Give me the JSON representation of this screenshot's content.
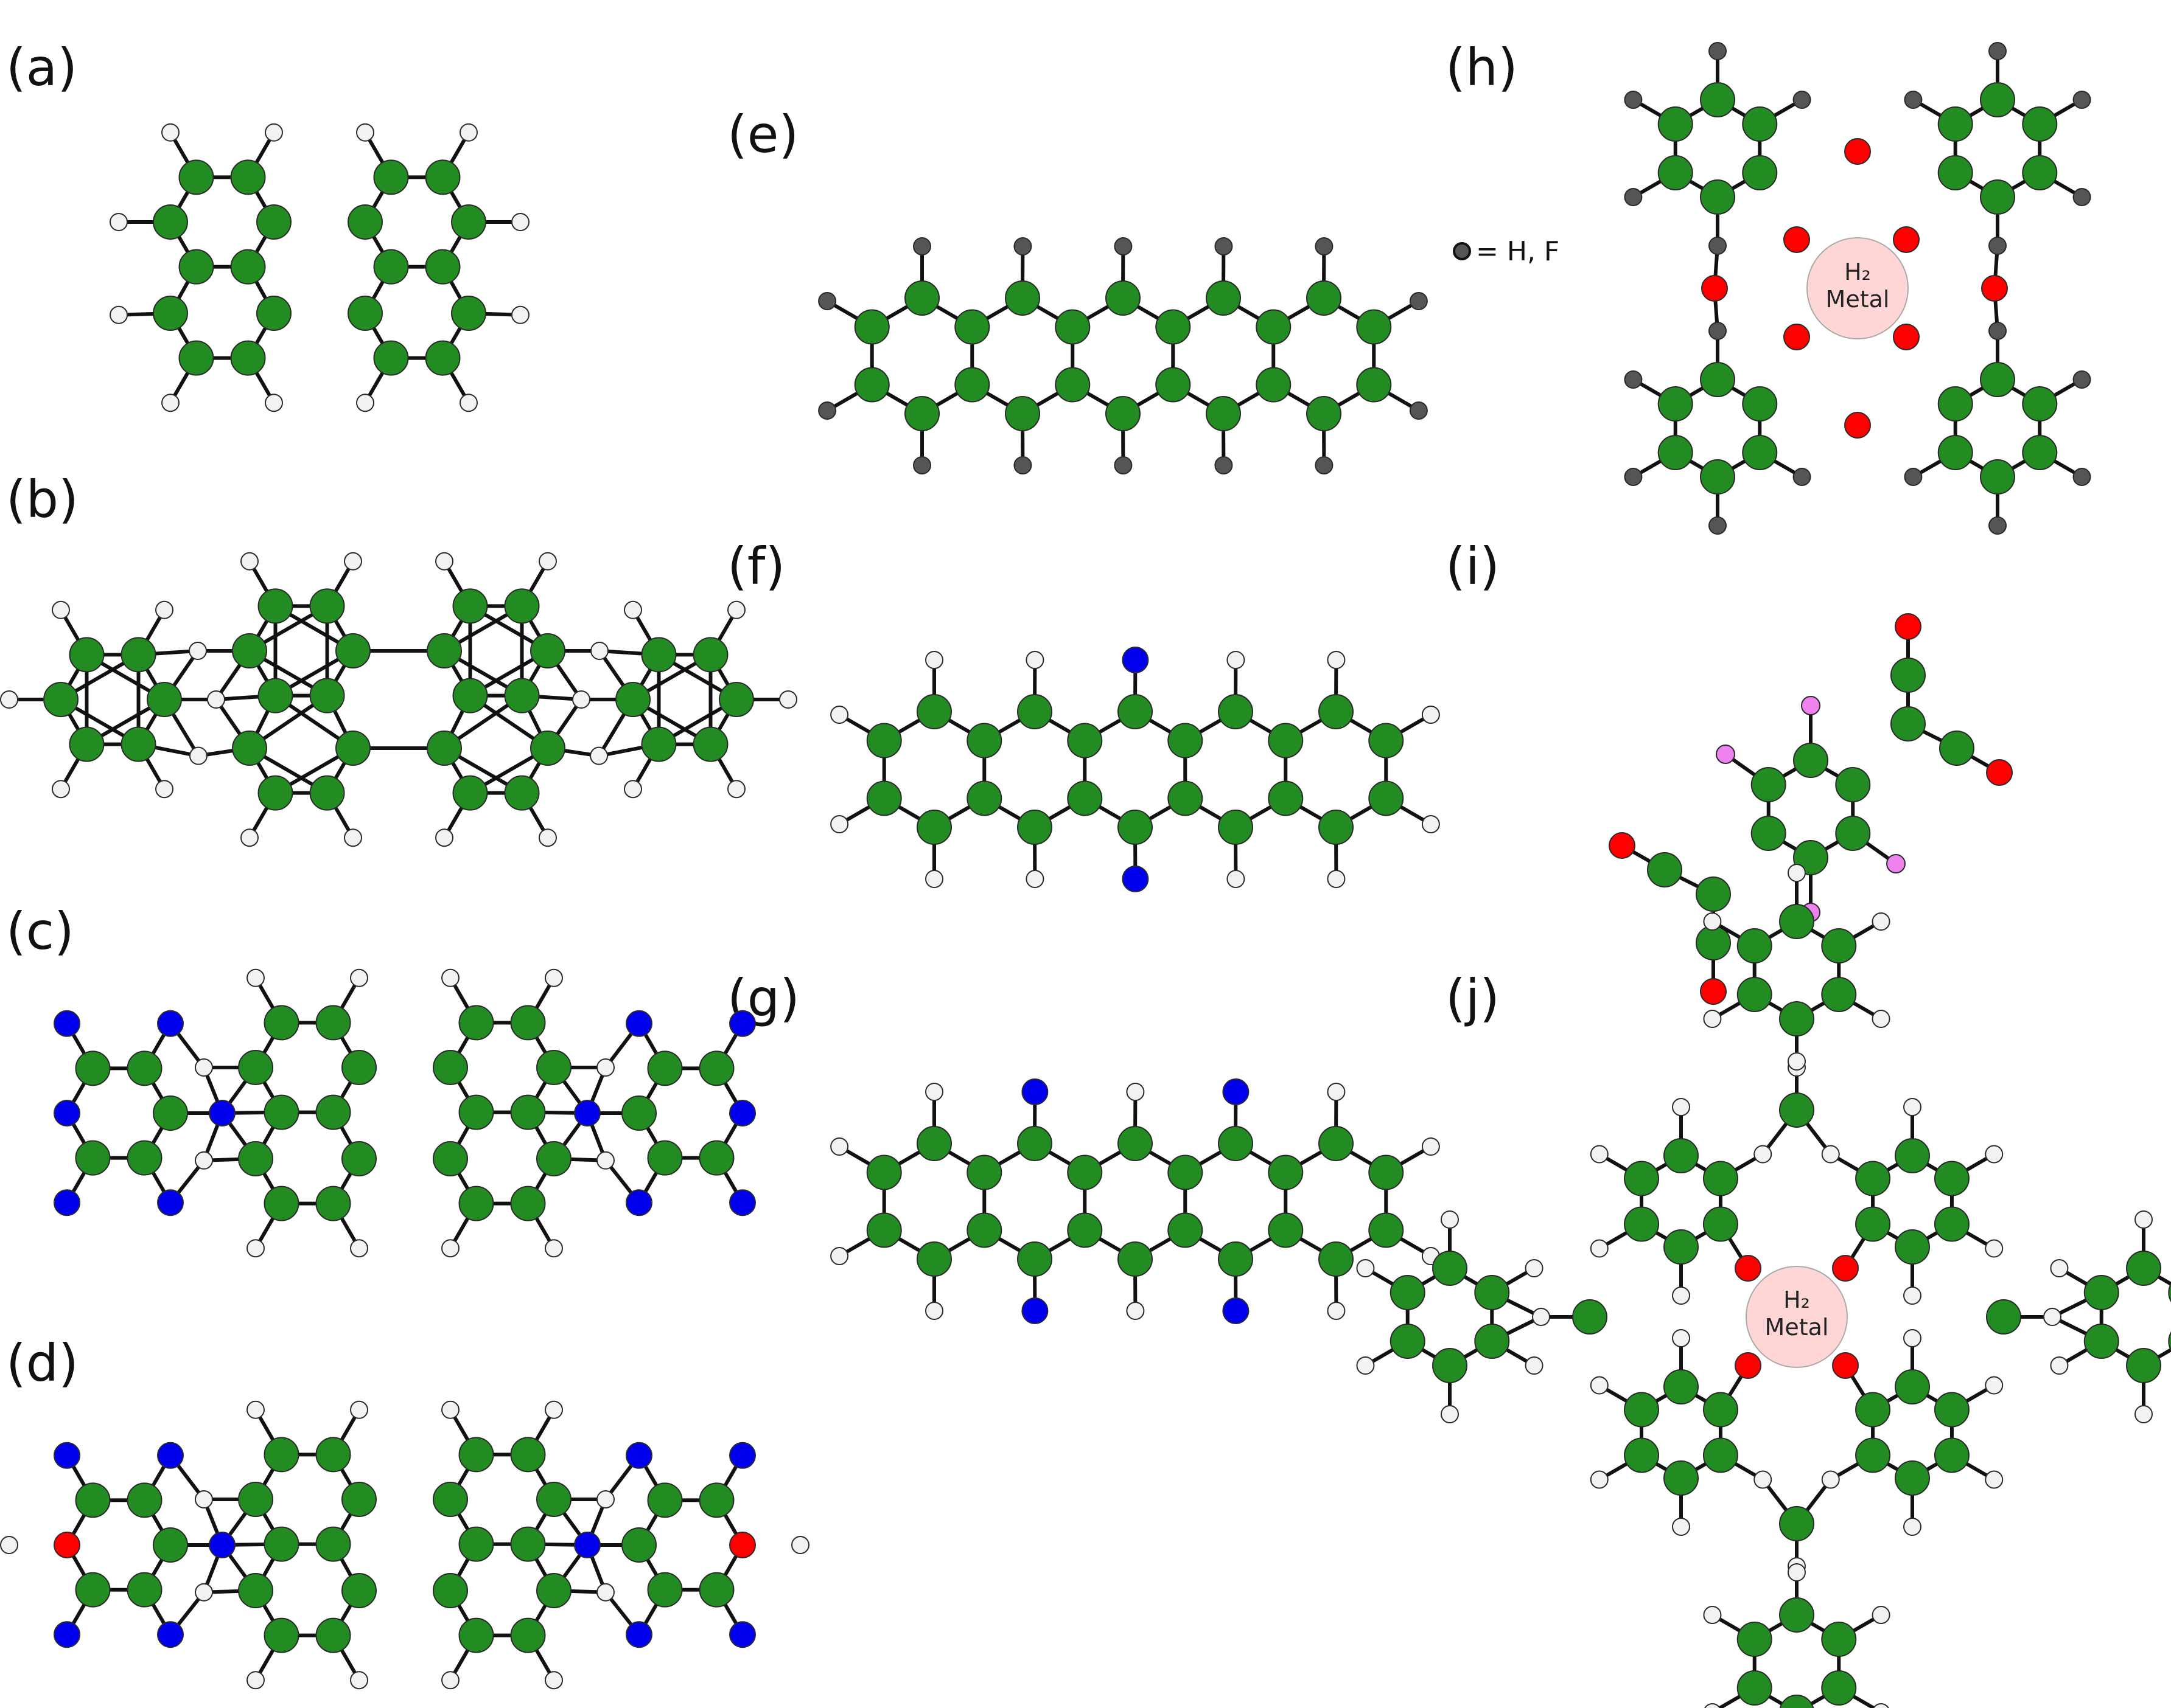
{
  "colors": {
    "carbon": "#228B22",
    "hydrogen": "#f2f2f2",
    "hydrogen_or_fluorine": "#555555",
    "nitrogen": "#0000ee",
    "oxygen": "#ff0000",
    "fluorine": "#ee82ee",
    "metal_center": "#ffd6d6"
  },
  "panels": [
    {
      "id": "a",
      "label": "(a)"
    },
    {
      "id": "b",
      "label": "(b)"
    },
    {
      "id": "c",
      "label": "(c)"
    },
    {
      "id": "d",
      "label": "(d)"
    },
    {
      "id": "e",
      "label": "(e)"
    },
    {
      "id": "f",
      "label": "(f)"
    },
    {
      "id": "g",
      "label": "(g)"
    },
    {
      "id": "h",
      "label": "(h)"
    },
    {
      "id": "i",
      "label": "(i)"
    },
    {
      "id": "j",
      "label": "(j)"
    }
  ],
  "legend": {
    "text": "= H, F",
    "icon": "dark-grey-atom-icon"
  },
  "center_h": {
    "h2": "H₂",
    "metal": "Metal"
  },
  "center_j": {
    "h2": "H₂",
    "metal": "Metal"
  }
}
